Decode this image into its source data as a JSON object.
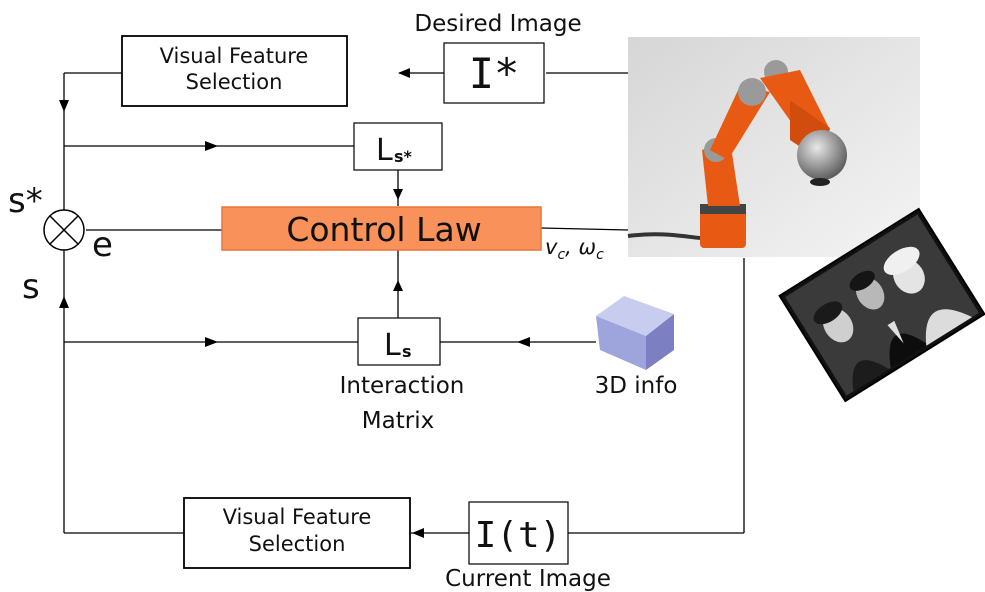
{
  "labels": {
    "desired_image": "Desired Image",
    "current_image": "Current Image",
    "i_star": "I*",
    "i_t": "I(t)",
    "vfs_top_line1": "Visual Feature",
    "vfs_top_line2": "Selection",
    "vfs_bottom_line1": "Visual Feature",
    "vfs_bottom_line2": "Selection",
    "ls_star_main": "L",
    "ls_star_sub": "s*",
    "ls_main": "L",
    "ls_sub": "s",
    "control_law": "Control Law",
    "velocity": "v",
    "velocity_sub": "c",
    "omega": "ω",
    "omega_sub": "c",
    "s_star": "s*",
    "s": "s",
    "e": "e",
    "interaction_line1": "Interaction",
    "interaction_line2": "Matrix",
    "info_3d": "3D info"
  },
  "colors": {
    "control_law_fill": "#f9925a",
    "control_law_stroke": "#e8743a",
    "cube_light": "#c8cdf0",
    "cube_mid": "#9ea4dc",
    "cube_dark": "#7c80c2",
    "robot_orange": "#e85a14",
    "robot_grey": "#9a9a9a"
  }
}
